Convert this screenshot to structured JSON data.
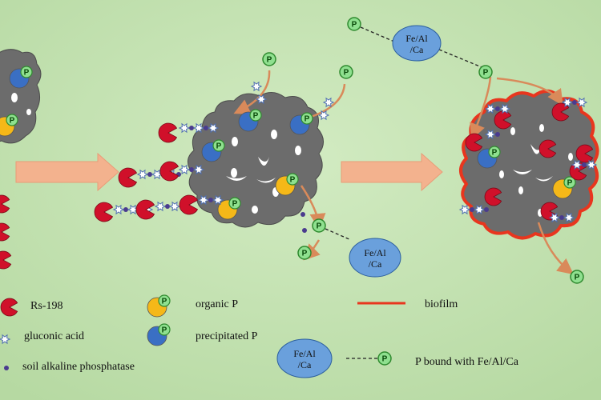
{
  "p_symbol": "P",
  "fe_lines": [
    "Fe/Al",
    "/Ca"
  ],
  "legend": {
    "rs198": "Rs-198",
    "gluconic": "gluconic acid",
    "phosphatase": "soil alkaline phosphatase",
    "organic": "organic P",
    "precipitated": "precipitated P",
    "biofilm": "biofilm",
    "bound": "P bound with Fe/Al/Ca"
  },
  "colors": {
    "background": "#c5e3b3",
    "aggregate": "#6c6c6c",
    "bacterium": "#d0102a",
    "organic_p": "#f5b818",
    "precipitated_p": "#3a6fc4",
    "phosphatase": "#4a3b8e",
    "p_circle": "#8fe08f",
    "fe_oval": "#6aa0dc",
    "biofilm": "#e8361e",
    "arrow": "#f3b28e"
  }
}
